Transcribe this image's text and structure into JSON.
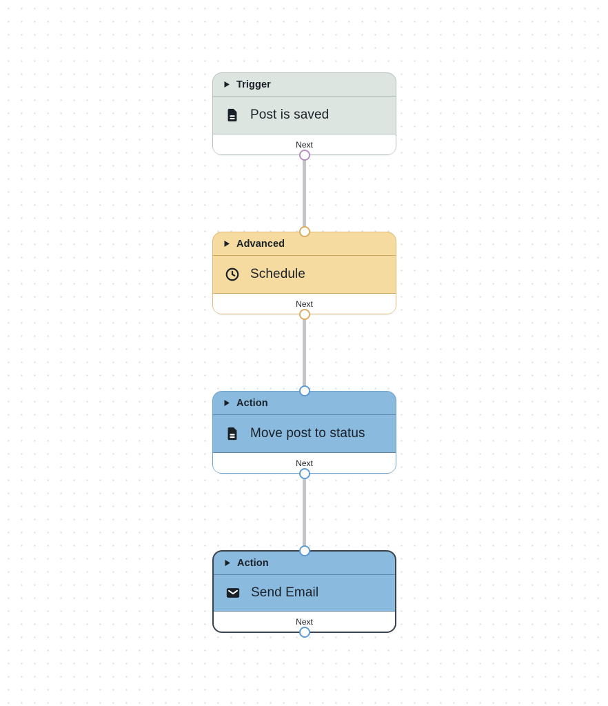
{
  "canvas": {
    "background": "#ffffff",
    "dot_color": "#d9d9d9",
    "connector_color": "#c4c4c8",
    "text_color": "#1a2027",
    "footer_bg": "#ffffff",
    "selected_border": "#39434e"
  },
  "nodes": [
    {
      "category": "Trigger",
      "title": "Post is saved",
      "icon": "document-icon",
      "footer_label": "Next",
      "selected": false,
      "has_input_port": false,
      "has_output_port": true,
      "theme": {
        "bg": "#dce5e0",
        "border": "#b9c4be",
        "separator": "#aab8b1",
        "port": "#b58fc0"
      }
    },
    {
      "category": "Advanced",
      "title": "Schedule",
      "icon": "clock-icon",
      "footer_label": "Next",
      "selected": false,
      "has_input_port": true,
      "has_output_port": true,
      "theme": {
        "bg": "#f6dba1",
        "border": "#dfbc77",
        "separator": "#d0a75e",
        "port": "#d8ad68"
      }
    },
    {
      "category": "Action",
      "title": "Move post to status",
      "icon": "document-icon",
      "footer_label": "Next",
      "selected": false,
      "has_input_port": true,
      "has_output_port": true,
      "theme": {
        "bg": "#8abade",
        "border": "#6aa2d0",
        "separator": "#5d87ab",
        "port": "#5f9bd3"
      }
    },
    {
      "category": "Action",
      "title": "Send Email",
      "icon": "email-icon",
      "footer_label": "Next",
      "selected": true,
      "has_input_port": true,
      "has_output_port": true,
      "theme": {
        "bg": "#8abade",
        "border": "#39434e",
        "separator": "#5d87ab",
        "port": "#5f9bd3"
      }
    }
  ],
  "edges": [
    {
      "from": "Post is saved",
      "to": "Schedule"
    },
    {
      "from": "Schedule",
      "to": "Move post to status"
    },
    {
      "from": "Move post to status",
      "to": "Send Email"
    }
  ]
}
